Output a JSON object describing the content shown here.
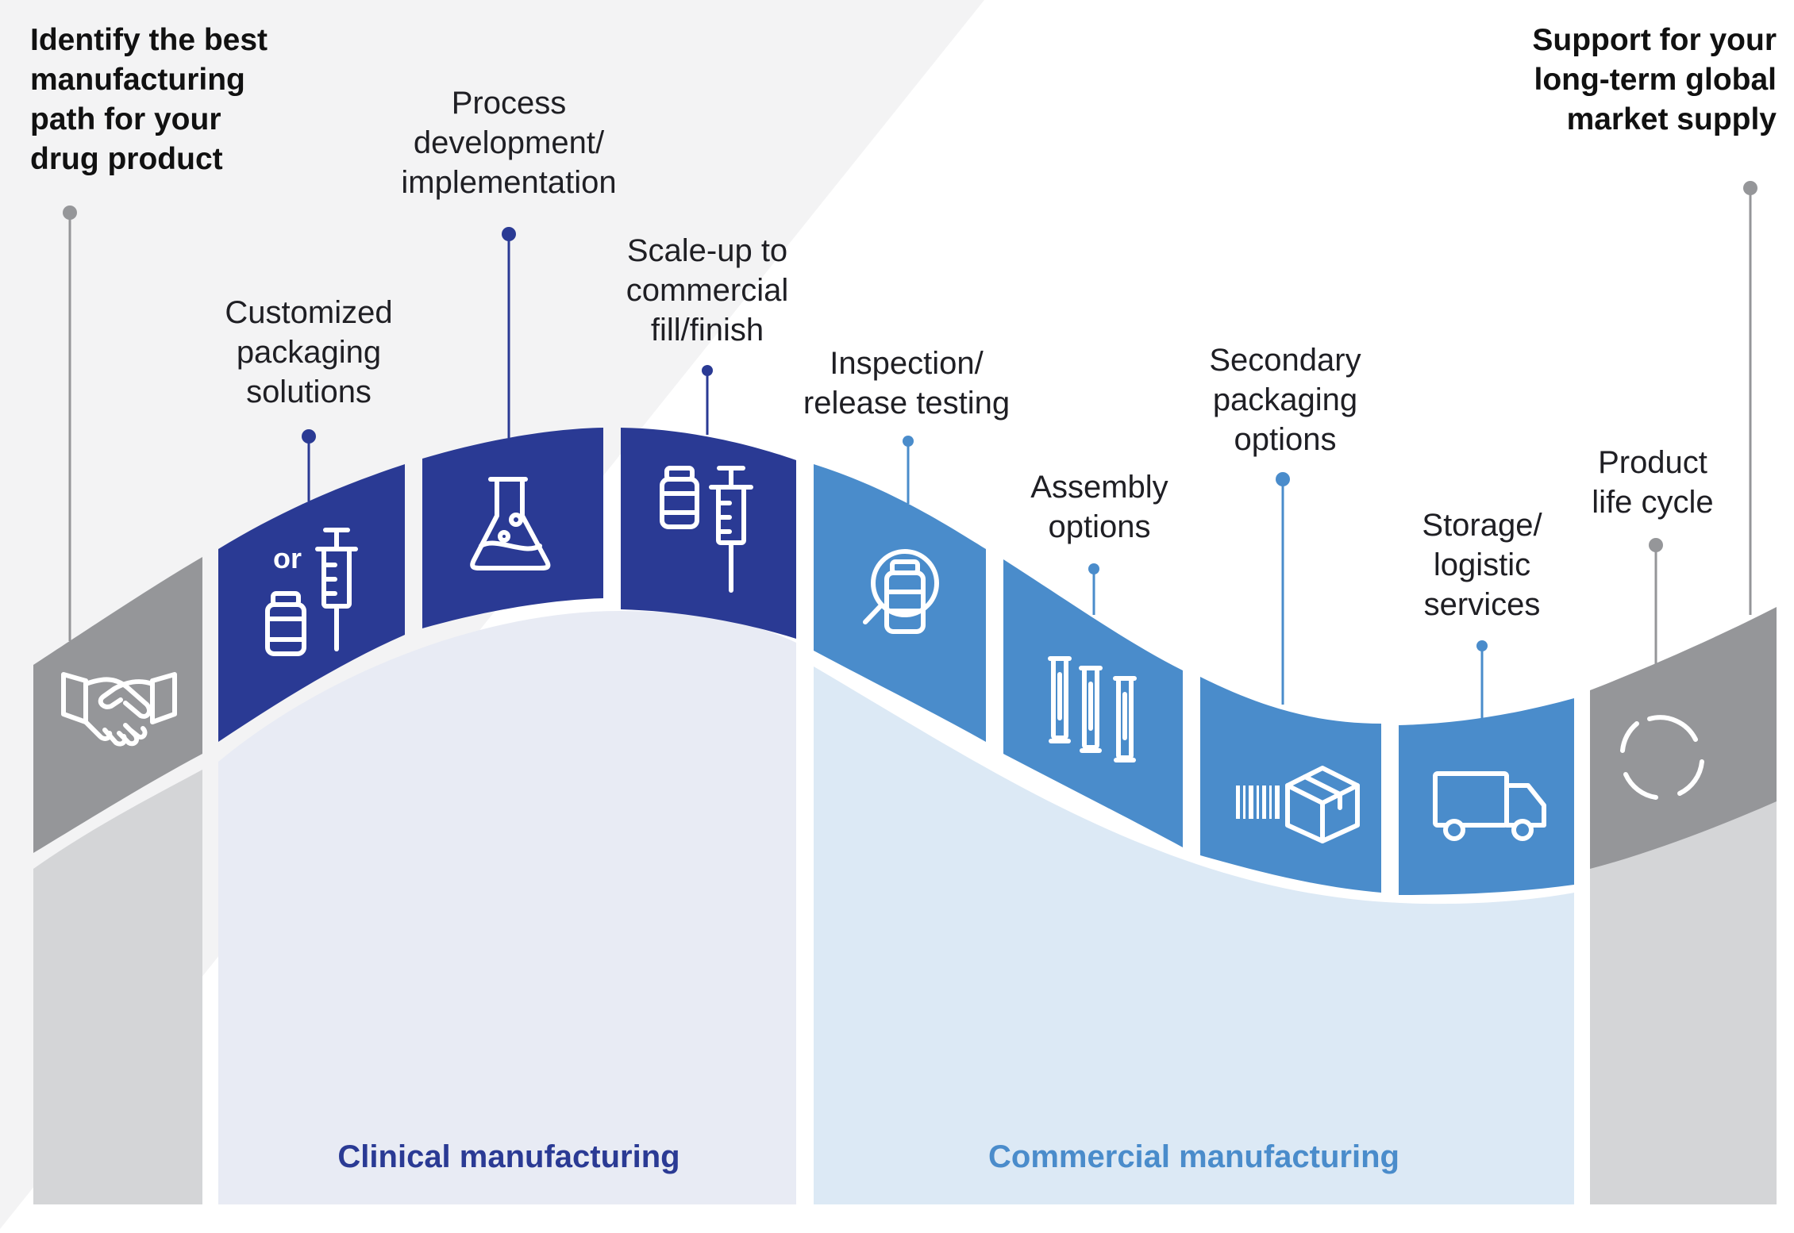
{
  "colors": {
    "navy": "#2a3a94",
    "blue": "#4a8ccb",
    "gray_band": "#959699",
    "gray_base": "#d4d5d7",
    "clinical_fill": "#e8ebf4",
    "commercial_fill": "#dce9f5",
    "background_triangle": "#f3f3f4"
  },
  "headline_left": [
    "Identify the best",
    "manufacturing",
    "path for your",
    "drug product"
  ],
  "headline_right": [
    "Support for your",
    "long-term global",
    "market supply"
  ],
  "sections": {
    "clinical": "Clinical manufacturing",
    "commercial": "Commercial manufacturing"
  },
  "steps": [
    {
      "id": "customized-packaging",
      "lines": [
        "Customized",
        "packaging",
        "solutions"
      ],
      "icon": "vial-or-syringe-icon",
      "icon_text": "or"
    },
    {
      "id": "process-development",
      "lines": [
        "Process",
        "development/",
        "implementation"
      ],
      "icon": "flask-icon"
    },
    {
      "id": "scale-up",
      "lines": [
        "Scale-up to",
        "commercial",
        "fill/finish"
      ],
      "icon": "vial-and-syringe-icon"
    },
    {
      "id": "inspection",
      "lines": [
        "Inspection/",
        "release testing"
      ],
      "icon": "magnifier-vial-icon"
    },
    {
      "id": "assembly",
      "lines": [
        "Assembly",
        "options"
      ],
      "icon": "cartridges-icon"
    },
    {
      "id": "secondary-packaging",
      "lines": [
        "Secondary",
        "packaging",
        "options"
      ],
      "icon": "barcode-box-icon"
    },
    {
      "id": "storage-logistic",
      "lines": [
        "Storage/",
        "logistic",
        "services"
      ],
      "icon": "truck-icon"
    },
    {
      "id": "product-life-cycle",
      "lines": [
        "Product",
        "life cycle"
      ],
      "icon": "cycle-icon"
    }
  ],
  "start_icon": "handshake-icon"
}
